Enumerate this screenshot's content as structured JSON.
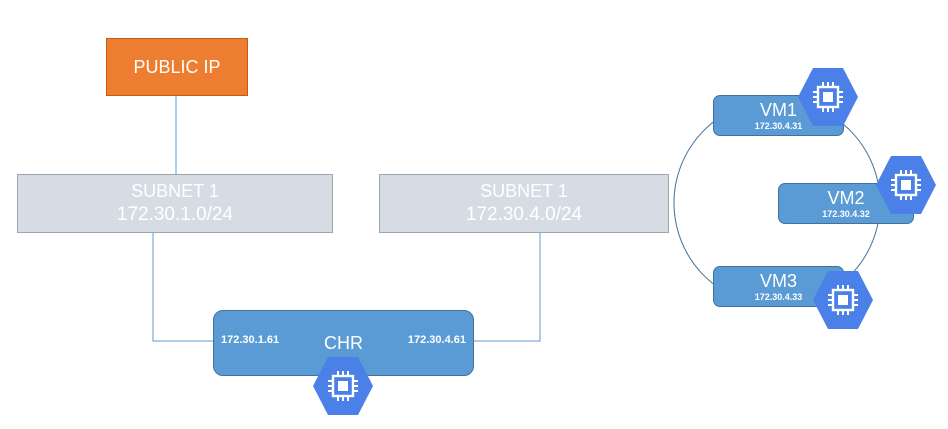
{
  "colors": {
    "public_ip_fill": "#ed7d31",
    "subnet_fill": "#d6dce4",
    "node_fill": "#5b9bd5",
    "icon_fill": "#4a80e8",
    "connector": "#5b9bd5"
  },
  "public_ip": {
    "label": "PUBLIC IP"
  },
  "subnets": [
    {
      "name": "SUBNET 1",
      "cidr": "172.30.1.0/24"
    },
    {
      "name": "SUBNET 1",
      "cidr": "172.30.4.0/24"
    }
  ],
  "router": {
    "name": "CHR",
    "ip_left": "172.30.1.61",
    "ip_right": "172.30.4.61",
    "icon": "compute-engine-icon"
  },
  "vms": [
    {
      "name": "VM1",
      "ip": "172.30.4.31",
      "icon": "compute-engine-icon"
    },
    {
      "name": "VM2",
      "ip": "172.30.4.32",
      "icon": "compute-engine-icon"
    },
    {
      "name": "VM3",
      "ip": "172.30.4.33",
      "icon": "compute-engine-icon"
    }
  ]
}
